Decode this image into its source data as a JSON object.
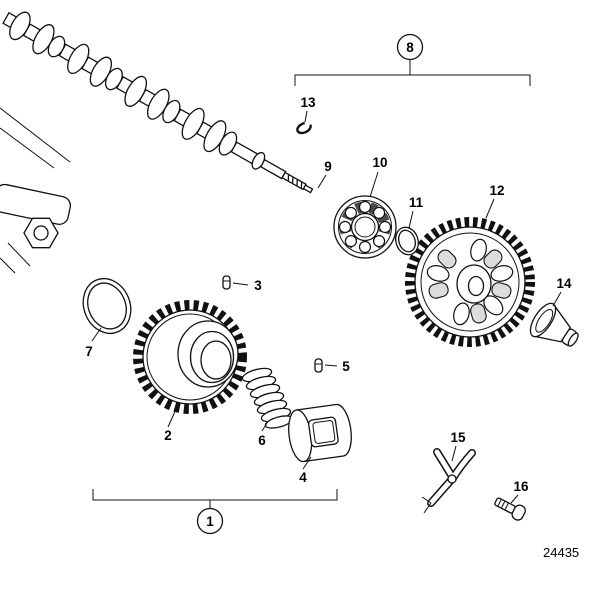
{
  "diagram": {
    "drawing_number": "24435",
    "callouts": [
      {
        "label": "1",
        "circled": true
      },
      {
        "label": "2",
        "circled": false
      },
      {
        "label": "3",
        "circled": false
      },
      {
        "label": "4",
        "circled": false
      },
      {
        "label": "5",
        "circled": false
      },
      {
        "label": "6",
        "circled": false
      },
      {
        "label": "7",
        "circled": false
      },
      {
        "label": "8",
        "circled": true
      },
      {
        "label": "9",
        "circled": false
      },
      {
        "label": "10",
        "circled": false
      },
      {
        "label": "11",
        "circled": false
      },
      {
        "label": "12",
        "circled": false
      },
      {
        "label": "13",
        "circled": false
      },
      {
        "label": "14",
        "circled": false
      },
      {
        "label": "15",
        "circled": false
      },
      {
        "label": "16",
        "circled": false
      }
    ]
  }
}
